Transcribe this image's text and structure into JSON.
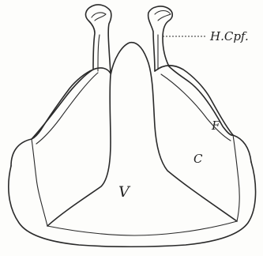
{
  "labels": {
    "head_capsule_fragment": "H.Cpf.",
    "frame": "F",
    "cardo": "C",
    "ventral_plate": "V"
  }
}
